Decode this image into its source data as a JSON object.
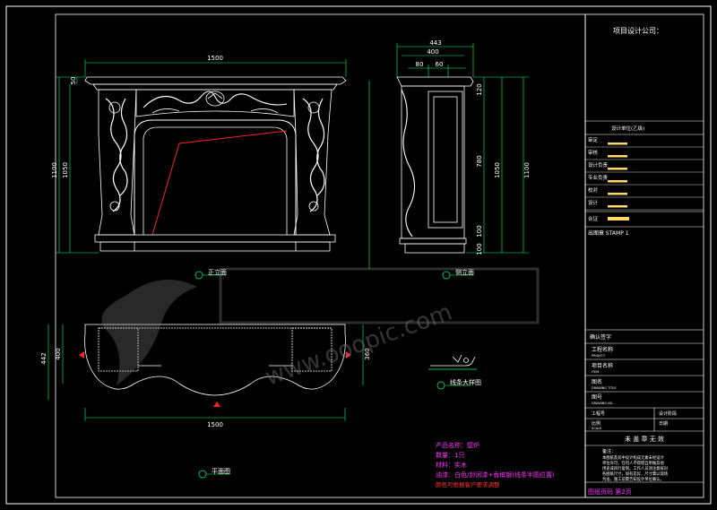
{
  "title_block": {
    "company": "项目设计公司：",
    "design_unit": "设计单位(乙级)",
    "fields": [
      "审定",
      "审核",
      "设计负责",
      "专业负责",
      "校对",
      "设计"
    ],
    "seal": "合证",
    "stamp": "出图章 STAMP 1",
    "confirm": "确认签字",
    "project_name_cn": "工程名称",
    "project_name_en": "PROJECT",
    "item_name_cn": "项目名称",
    "item_name_en": "ITEM",
    "drawing_title_cn": "图名",
    "drawing_title_en": "DRAWING TITLE",
    "drawing_no_cn": "图号",
    "drawing_no_en": "DRAWING NO.",
    "job_no": "工程号",
    "design_stage": "设计阶段",
    "scale_cn": "比例",
    "scale_en": "SCALE",
    "date": "日期",
    "invalid": "未 盖 章 无 效",
    "notes_title": "备注：",
    "notes": [
      "本图纸及其中设计构成元素未经设计",
      "单位许可，任何人不得擅自用做其他",
      "用途或再行复制。工作人员须注意核对",
      "各图纸尺寸，如有差异，尺寸需以现场",
      "为准，施工前需告知设计单位确认。"
    ],
    "page": "图纸页码 第2页"
  },
  "views": {
    "front": "正立面",
    "side": "侧立面",
    "plan": "平面图",
    "detail": "线条大样图"
  },
  "dims": {
    "front_width": "1500",
    "front_height_outer": "1100",
    "front_height_inner": "1050",
    "front_top": "50",
    "side_top": "443",
    "side_mid": "400",
    "side_small_a": "80",
    "side_small_b": "60",
    "side_h_right": "1100",
    "side_h_inner": "1050",
    "side_h_a": "780",
    "side_h_b": "100",
    "side_h_c": "120",
    "side_h_d": "100",
    "plan_width": "1500",
    "plan_depth_outer": "442",
    "plan_depth_inner": "400",
    "plan_right": "360"
  },
  "specs": {
    "product": "产品名称：壁炉",
    "qty": "数量：1只",
    "material": "材料：实木",
    "finish": "油漆：白色/封闭漆+香槟银(线条半圆位置)",
    "note": "颜色可根据客户要求调整"
  },
  "watermark": "www.ooopic.com"
}
